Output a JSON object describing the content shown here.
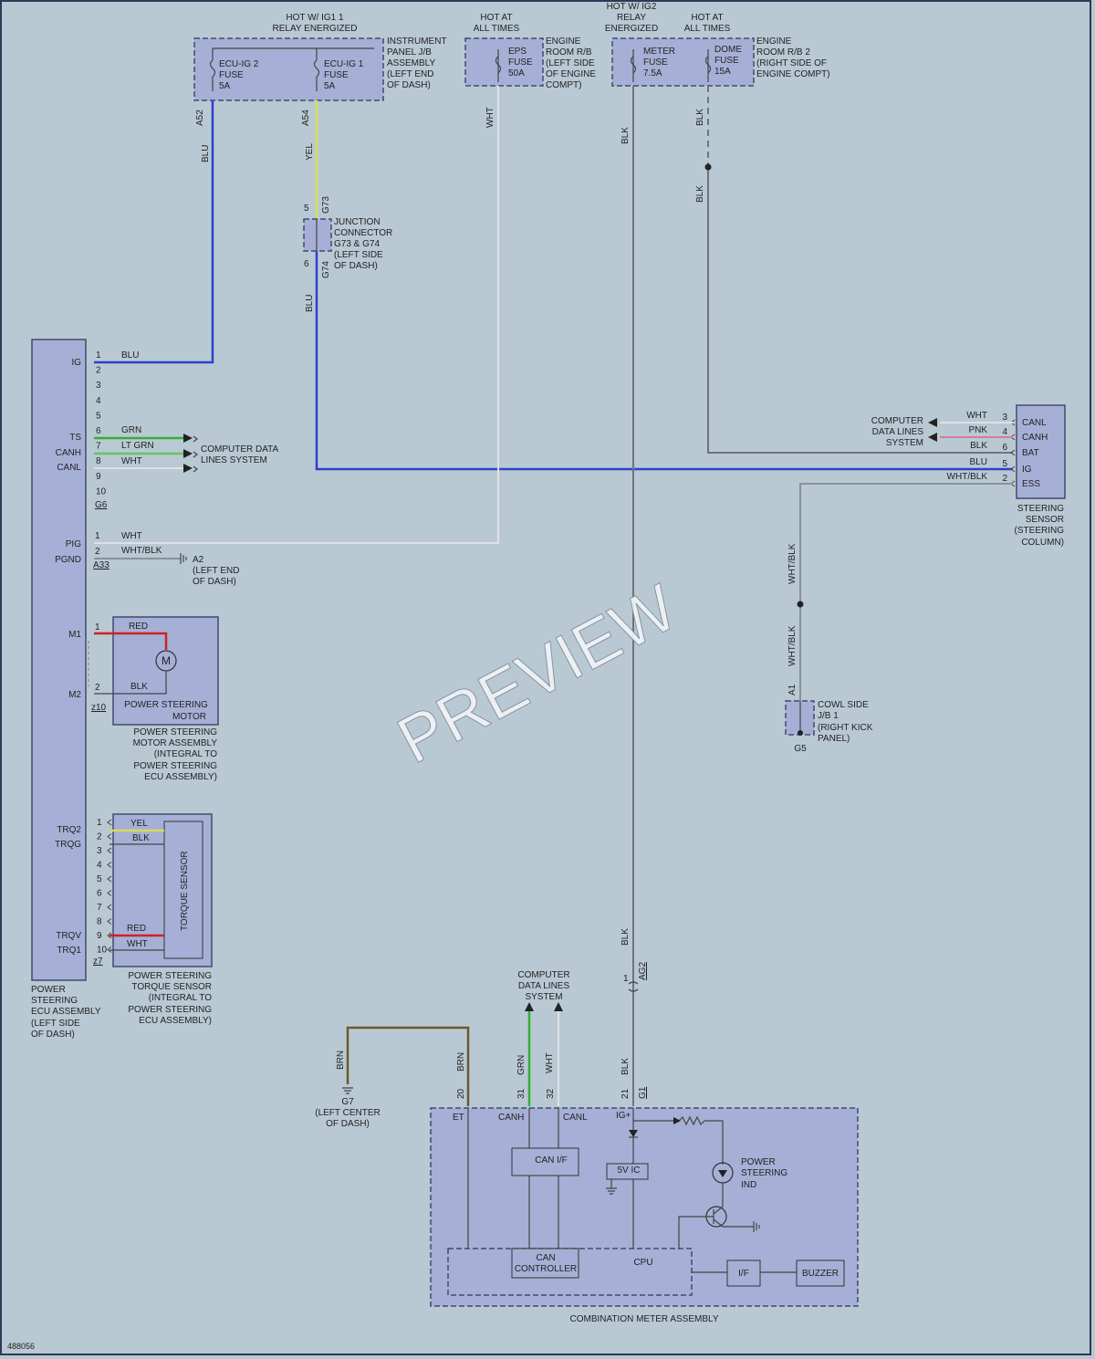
{
  "diagram_id": "488056",
  "watermark": "PREVIEW",
  "colors": {
    "BLU": "#2f3fd0",
    "YEL": "#d8dc5a",
    "GRN": "#35b035",
    "LTGRN": "#62c862",
    "WHT": "#dde2e5",
    "BLK": "#6f757b",
    "RED": "#cc2222",
    "PNK": "#d67a94",
    "BRN": "#6a5a2c",
    "WHTBLK": "#8b9196"
  },
  "headers": {
    "ig1": [
      "HOT W/ IG1 1",
      "RELAY ENERGIZED"
    ],
    "eps": [
      "HOT AT",
      "ALL TIMES"
    ],
    "ig2": [
      "HOT W/ IG2",
      "RELAY",
      "ENERGIZED"
    ],
    "dome": [
      "HOT AT",
      "ALL TIMES"
    ]
  },
  "fuses": {
    "ecu_ig2": [
      "ECU-IG 2",
      "FUSE",
      "5A"
    ],
    "ecu_ig1": [
      "ECU-IG 1",
      "FUSE",
      "5A"
    ],
    "eps": [
      "EPS",
      "FUSE",
      "50A"
    ],
    "meter": [
      "METER",
      "FUSE",
      "7.5A"
    ],
    "dome": [
      "DOME",
      "FUSE",
      "15A"
    ]
  },
  "jb_labels": {
    "instrument": [
      "INSTRUMENT",
      "PANEL J/B",
      "ASSEMBLY",
      "(LEFT END",
      "OF DASH)"
    ],
    "engine1": [
      "ENGINE",
      "ROOM R/B",
      "(LEFT SIDE",
      "OF ENGINE",
      "COMPT)"
    ],
    "engine2": [
      "ENGINE",
      "ROOM R/B 2",
      "(RIGHT SIDE OF",
      "ENGINE COMPT)"
    ]
  },
  "junction": {
    "label": [
      "JUNCTION",
      "CONNECTOR",
      "G73 & G74",
      "(LEFT SIDE",
      "OF DASH)"
    ],
    "pin_top": "5",
    "conn_top": "G73",
    "pin_bot": "6",
    "conn_bot": "G74"
  },
  "wire_labels": {
    "a52": "A52",
    "a54": "A54",
    "blu": "BLU",
    "yel": "YEL",
    "wht": "WHT",
    "blk": "BLK",
    "whtblk": "WHT/BLK",
    "a1": "A1",
    "grn": "GRN",
    "ltgrn": "LT GRN",
    "brn": "BRN",
    "red": "RED",
    "ag2": "AG2",
    "g1": "G1"
  },
  "ecu": {
    "label": [
      "POWER",
      "STEERING",
      "ECU ASSEMBLY",
      "(LEFT SIDE",
      "OF DASH)"
    ],
    "g6_pins": [
      "1",
      "2",
      "3",
      "4",
      "5",
      "6",
      "7",
      "8",
      "9",
      "10"
    ],
    "g6_names": {
      "ig": "IG",
      "ts": "TS",
      "canh": "CANH",
      "canl": "CANL"
    },
    "g6_wires": {
      "ig": "BLU",
      "ts": "GRN",
      "canh": "LT GRN",
      "canl": "WHT"
    },
    "g6_conn": "G6",
    "a33_pins": [
      "1",
      "2"
    ],
    "a33_names": {
      "pig": "PIG",
      "pgnd": "PGND"
    },
    "a33_wires": {
      "pig": "WHT",
      "pgnd": "WHT/BLK"
    },
    "a33_conn": "A33",
    "z10_pins": [
      "1",
      "2"
    ],
    "z10_names": {
      "m1": "M1",
      "m2": "M2"
    },
    "z10_conn": "z10",
    "z7_pins": [
      "1",
      "2",
      "3",
      "4",
      "5",
      "6",
      "7",
      "8",
      "9",
      "10"
    ],
    "z7_names": {
      "trq2": "TRQ2",
      "trqg": "TRQG",
      "trqv": "TRQV",
      "trq1": "TRQ1"
    },
    "z7_conn": "z7"
  },
  "computer_data_left": [
    "COMPUTER DATA",
    "LINES SYSTEM"
  ],
  "ground_a2": [
    "A2",
    "(LEFT END",
    "OF DASH)"
  ],
  "motor": {
    "wire1": "RED",
    "wire2": "BLK",
    "symbol": "M",
    "inner_label": [
      "POWER STEERING",
      "MOTOR"
    ],
    "label": [
      "POWER STEERING",
      "MOTOR ASSEMBLY",
      "(INTEGRAL TO",
      "POWER STEERING",
      "ECU ASSEMBLY)"
    ]
  },
  "torque": {
    "wire1": "YEL",
    "wire2": "BLK",
    "wire9": "RED",
    "wire10": "WHT",
    "inner": "TORQUE SENSOR",
    "label": [
      "POWER STEERING",
      "TORQUE SENSOR",
      "(INTEGRAL TO",
      "POWER STEERING",
      "ECU ASSEMBLY)"
    ]
  },
  "steering_sensor": {
    "pins": [
      {
        "name": "CANL",
        "num": "3",
        "wire": "WHT"
      },
      {
        "name": "CANH",
        "num": "4",
        "wire": "PNK"
      },
      {
        "name": "BAT",
        "num": "6",
        "wire": "BLK"
      },
      {
        "name": "IG",
        "num": "5",
        "wire": "BLU"
      },
      {
        "name": "ESS",
        "num": "2",
        "wire": "WHT/BLK"
      }
    ],
    "label": [
      "STEERING",
      "SENSOR",
      "(STEERING",
      "COLUMN)"
    ]
  },
  "computer_data_right": [
    "COMPUTER",
    "DATA LINES",
    "SYSTEM"
  ],
  "cowl": {
    "label": [
      "COWL SIDE",
      "J/B 1",
      "(RIGHT KICK",
      "PANEL)"
    ],
    "ground": "G5"
  },
  "computer_data_bottom": [
    "COMPUTER",
    "DATA LINES",
    "SYSTEM"
  ],
  "ground_g7": [
    "G7",
    "(LEFT CENTER",
    "OF DASH)"
  ],
  "meter": {
    "pins": {
      "et": "20",
      "canh": "31",
      "canl": "32",
      "ig": "21"
    },
    "names": {
      "et": "ET",
      "canh": "CANH",
      "canl": "CANL",
      "ig": "IG+"
    },
    "conn_g1": "G1",
    "can_if": "CAN I/F",
    "five_v": "5V IC",
    "can_ctrl": [
      "CAN",
      "CONTROLLER"
    ],
    "cpu": "CPU",
    "if": "I/F",
    "buzzer": "BUZZER",
    "ind": [
      "POWER",
      "STEERING",
      "IND"
    ],
    "label": "COMBINATION METER ASSEMBLY",
    "inline_pin": "1"
  }
}
